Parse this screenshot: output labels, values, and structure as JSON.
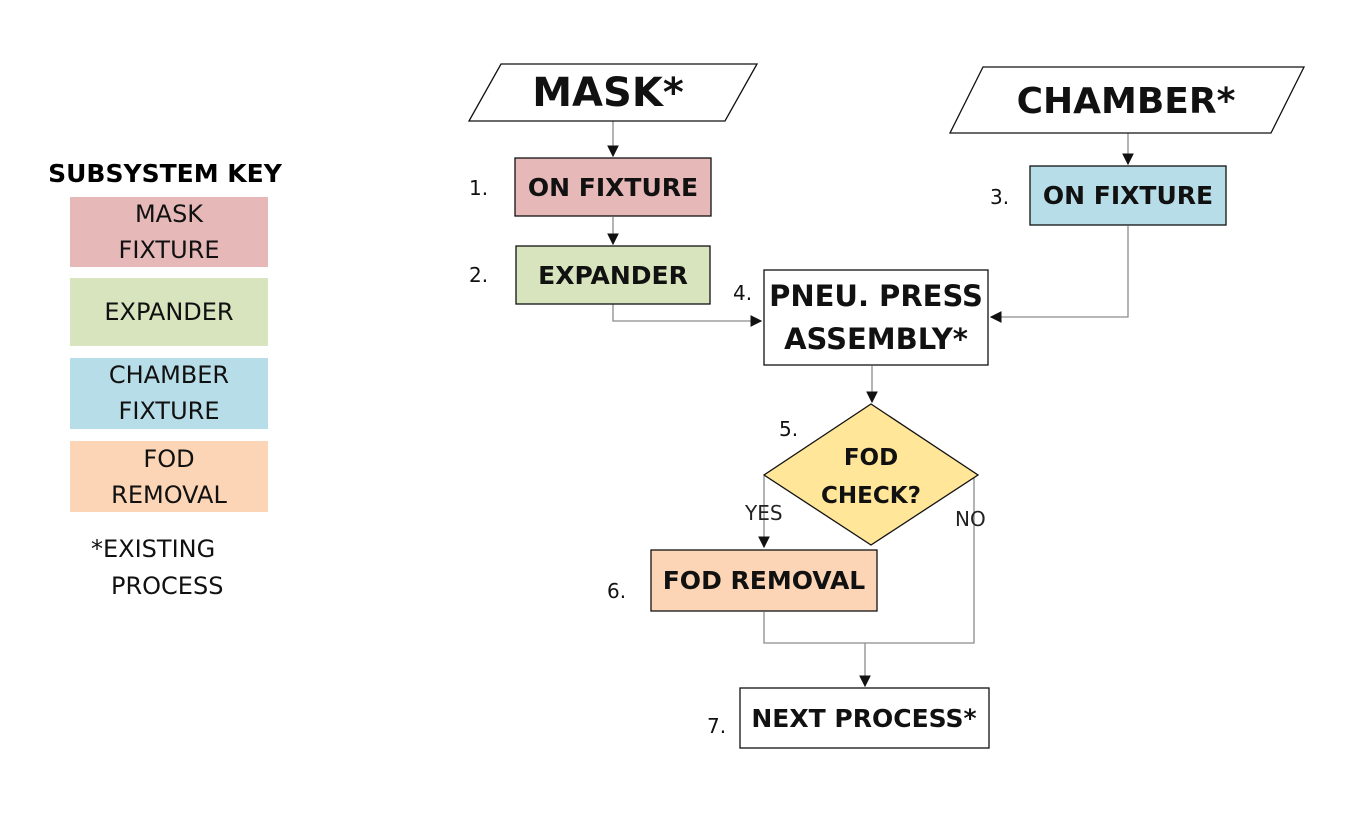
{
  "legend": {
    "title": "SUBSYSTEM KEY",
    "items": [
      {
        "lines": [
          "MASK",
          "FIXTURE"
        ],
        "color": "#e6b9b8"
      },
      {
        "lines": [
          "EXPANDER"
        ],
        "color": "#d7e4bd"
      },
      {
        "lines": [
          "CHAMBER",
          "FIXTURE"
        ],
        "color": "#b7dde8"
      },
      {
        "lines": [
          "FOD",
          "REMOVAL"
        ],
        "color": "#fbd5b5"
      }
    ],
    "note": [
      "*EXISTING",
      "PROCESS"
    ]
  },
  "nodes": {
    "mask_input": {
      "label": "MASK*"
    },
    "chamber_input": {
      "label": "CHAMBER*"
    },
    "mask_on_fixture": {
      "number": "1.",
      "label": "ON FIXTURE",
      "color": "#e6b9b8"
    },
    "expander": {
      "number": "2.",
      "label": "EXPANDER",
      "color": "#d7e4bd"
    },
    "chamber_on_fixture": {
      "number": "3.",
      "label": "ON FIXTURE",
      "color": "#b7dde8"
    },
    "pneu_press": {
      "number": "4.",
      "lines": [
        "PNEU. PRESS",
        "ASSEMBLY*"
      ]
    },
    "fod_check": {
      "number": "5.",
      "lines": [
        "FOD",
        "CHECK?"
      ],
      "color": "#ffe699"
    },
    "fod_removal": {
      "number": "6.",
      "label": "FOD REMOVAL",
      "color": "#fbd5b5"
    },
    "next_process": {
      "number": "7.",
      "label": "NEXT PROCESS*"
    }
  },
  "branches": {
    "yes": "YES",
    "no": "NO"
  }
}
